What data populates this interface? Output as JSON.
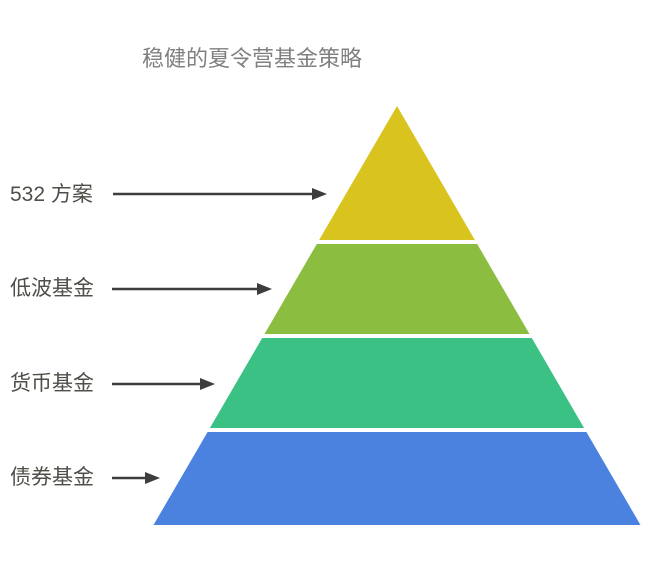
{
  "title": "稳健的夏令营基金策略",
  "pyramid": {
    "layers": [
      {
        "label": "532 方案",
        "color": "#d9c41f"
      },
      {
        "label": "低波基金",
        "color": "#8abd40"
      },
      {
        "label": "货币基金",
        "color": "#3bc183"
      },
      {
        "label": "债券基金",
        "color": "#4b82e0"
      }
    ]
  },
  "colors": {
    "background": "#ffffff",
    "arrow": "#3d3d3d",
    "title_text": "#808080",
    "label_text": "#4f4f49"
  }
}
